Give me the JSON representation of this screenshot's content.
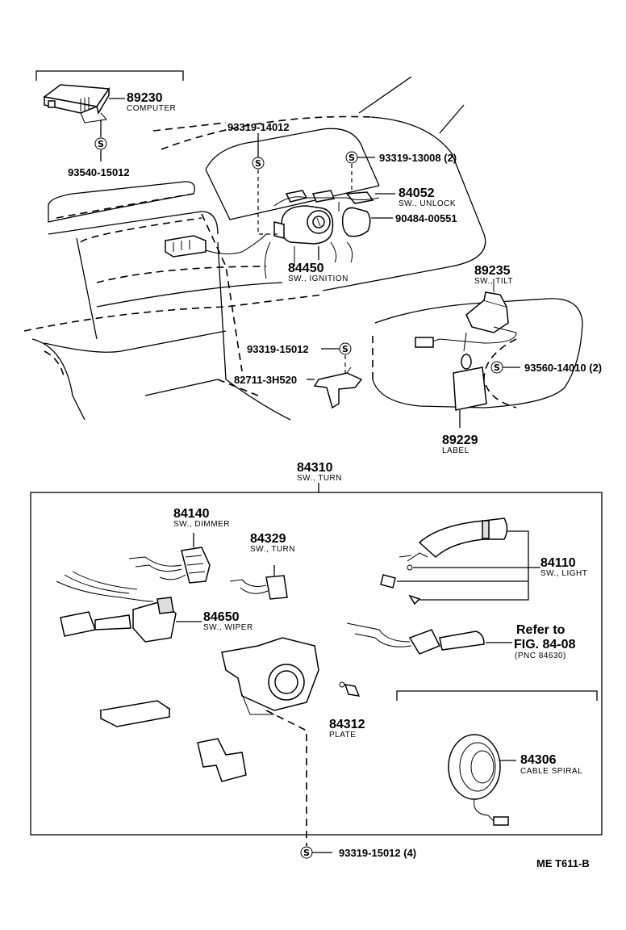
{
  "diagram_code": "ME T611-B",
  "callouts": {
    "p89230": {
      "number": "89230",
      "desc": "COMPUTER"
    },
    "p93540": {
      "number": "93540-15012"
    },
    "p93319a": {
      "number": "93319-14012"
    },
    "p93319b": {
      "number": "93319-13008 (2)"
    },
    "p84052": {
      "number": "84052",
      "desc": "SW., UNLOCK"
    },
    "p90484": {
      "number": "90484-00551"
    },
    "p84450": {
      "number": "84450",
      "desc": "SW., IGNITION"
    },
    "p89235": {
      "number": "89235",
      "desc": "SW., TILT"
    },
    "p93319c": {
      "number": "93319-15012"
    },
    "p82711": {
      "number": "82711-3H520"
    },
    "p93560": {
      "number": "93560-14010 (2)"
    },
    "p89229": {
      "number": "89229",
      "desc": "LABEL"
    },
    "p84310": {
      "number": "84310",
      "desc": "SW., TURN"
    },
    "p84140": {
      "number": "84140",
      "desc": "SW., DIMMER"
    },
    "p84329": {
      "number": "84329",
      "desc": "SW., TURN"
    },
    "p84110": {
      "number": "84110",
      "desc": "SW., LIGHT"
    },
    "p84650": {
      "number": "84650",
      "desc": "SW., WIPER"
    },
    "refer": {
      "line1": "Refer to",
      "line2": "FIG. 84-08",
      "line3": "(PNC 84630)"
    },
    "p84312": {
      "number": "84312",
      "desc": "PLATE"
    },
    "p84306": {
      "number": "84306",
      "desc": "CABLE SPIRAL"
    },
    "p93319d": {
      "number": "93319-15012 (4)"
    }
  },
  "symbols": {
    "screw": "S"
  }
}
